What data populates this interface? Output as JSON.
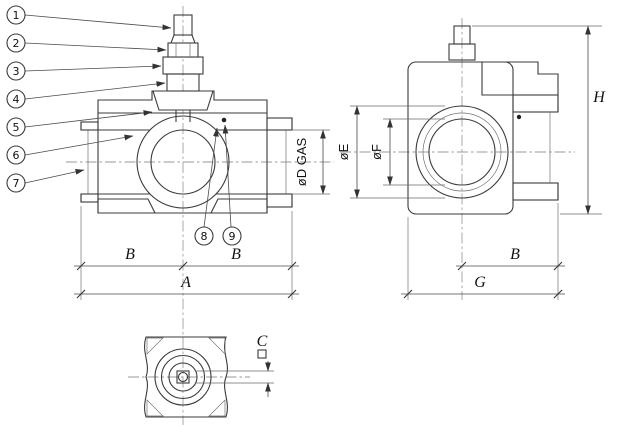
{
  "drawing": {
    "callouts": [
      "1",
      "2",
      "3",
      "4",
      "5",
      "6",
      "7",
      "8",
      "9"
    ],
    "front": {
      "dim_b_left": "B",
      "dim_b_right": "B",
      "dim_a": "A",
      "dim_d": "øD  GAS"
    },
    "side": {
      "dim_e": "øE",
      "dim_f": "øF",
      "dim_h": "H",
      "dim_b": "B",
      "dim_g": "G"
    },
    "top": {
      "dim_c": "C"
    },
    "colors": {
      "line": "#3b3b3b",
      "text": "#111111",
      "background": "#ffffff"
    }
  }
}
